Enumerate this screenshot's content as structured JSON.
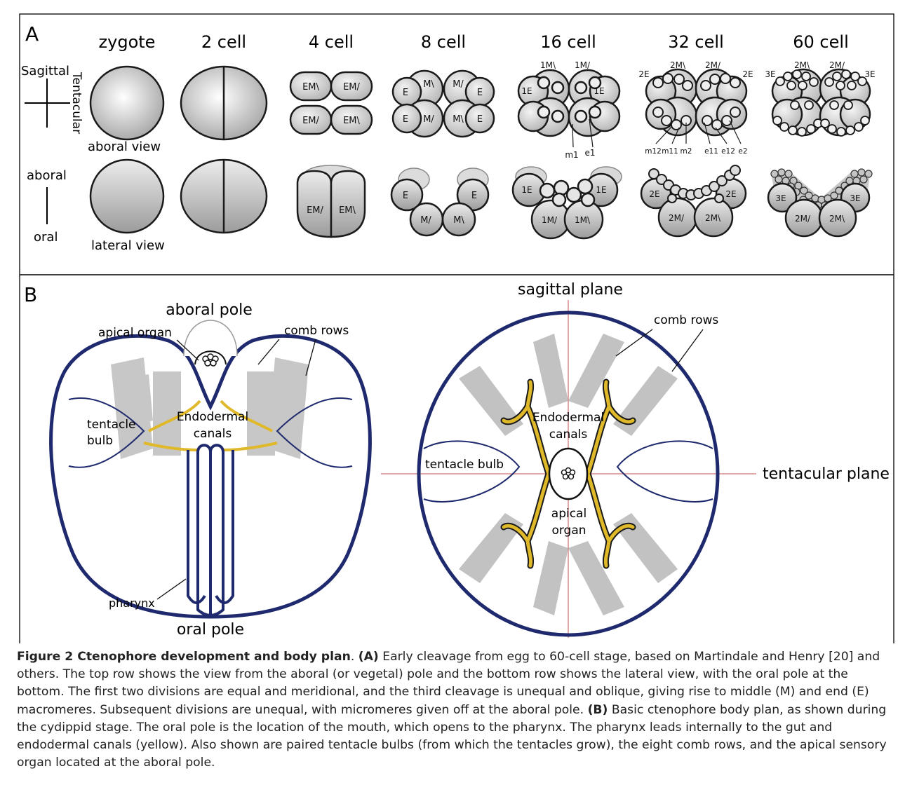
{
  "panel_a": {
    "letter": "A",
    "stages": [
      "zygote",
      "2 cell",
      "4 cell",
      "8 cell",
      "16 cell",
      "32 cell",
      "60 cell"
    ],
    "axis_top": {
      "sagittal": "Sagittal",
      "tentacular": "Tentacular",
      "view": "aboral view"
    },
    "axis_bottom": {
      "aboral": "aboral",
      "oral": "oral",
      "view": "lateral view"
    },
    "cells_4_top": [
      "EM\\",
      "EM/",
      "EM/",
      "EM\\"
    ],
    "cells_4_side": [
      "EM/",
      "EM\\"
    ],
    "cells_8_top": [
      "E",
      "M\\",
      "M/",
      "E",
      "E",
      "M/",
      "M\\",
      "E"
    ],
    "cells_8_side": [
      "E",
      "E",
      "M/",
      "M\\"
    ],
    "cells_16_top": [
      "1M\\",
      "1M/",
      "1E",
      "1E",
      "m1",
      "e1"
    ],
    "cells_16_side": [
      "1E",
      "1E",
      "1M/",
      "1M\\"
    ],
    "cells_32_top": [
      "2E",
      "2M\\",
      "2M/",
      "2E",
      "m12",
      "m11",
      "m2",
      "e11",
      "e12",
      "e2"
    ],
    "cells_32_side": [
      "2E",
      "2E",
      "2M/",
      "2M\\"
    ],
    "cells_60_top": [
      "3E",
      "2M\\",
      "2M/",
      "3E"
    ],
    "cells_60_side": [
      "3E",
      "3E",
      "2M/",
      "2M\\"
    ]
  },
  "panel_b": {
    "letter": "B",
    "left": {
      "aboral_pole": "aboral pole",
      "apical_organ": "apical organ",
      "comb_rows": "comb rows",
      "tentacle_bulb_1": "tentacle",
      "tentacle_bulb_2": "bulb",
      "endo_1": "Endodermal",
      "endo_2": "canals",
      "pharynx": "pharynx",
      "oral_pole": "oral pole"
    },
    "right": {
      "sagittal_plane": "sagittal plane",
      "comb_rows": "comb rows",
      "endo_1": "Endodermal",
      "endo_2": "canals",
      "tentacle_bulb": "tentacle bulb",
      "tentacular_plane": "tentacular plane",
      "apical_1": "apical",
      "apical_2": "organ"
    }
  },
  "colors": {
    "outline": "#1f2a6e",
    "canal": "#e0b92a",
    "plane_line": "#d98a8a",
    "comb": "#9a9a9a"
  },
  "caption": {
    "fig_label": "Figure 2 Ctenophore development and body plan",
    "a_label": "(A)",
    "a_text": " Early cleavage from egg to 60-cell stage, based on Martindale and Henry [20] and others. The top row shows the view from the aboral (or vegetal) pole and the bottom row shows the lateral view, with the oral pole at the bottom. The first two divisions are equal and meridional, and the third cleavage is unequal and oblique, giving rise to middle (M) and end (E) macromeres. Subsequent divisions are unequal, with micromeres given off at the aboral pole.",
    "b_label": "(B)",
    "b_text": " Basic ctenophore body plan, as shown during the cydippid stage. The oral pole is the location of the mouth, which opens to the pharynx. The pharynx leads internally to the gut and endodermal canals (yellow). Also shown are paired tentacle bulbs (from which the tentacles grow), the eight comb rows, and the apical sensory organ located at the aboral pole."
  }
}
